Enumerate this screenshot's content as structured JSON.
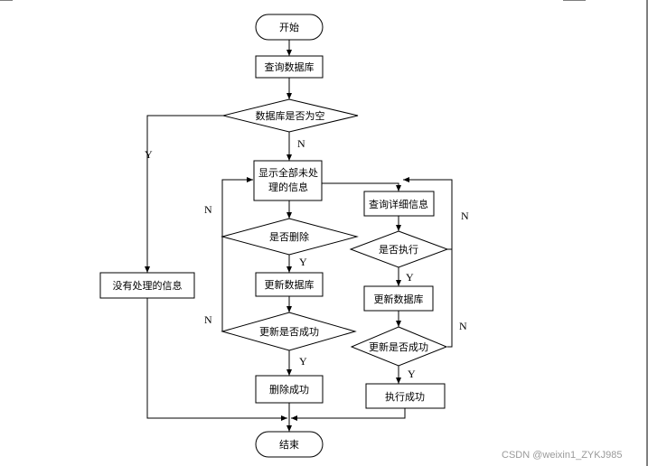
{
  "nodes": {
    "start": "开始",
    "query_db": "查询数据库",
    "db_empty": "数据库是否为空",
    "no_info": "没有处理的信息",
    "show_line1": "显示全部未处",
    "show_line2": "理的信息",
    "is_delete": "是否删除",
    "update_db_left": "更新数据库",
    "update_ok_left": "更新是否成功",
    "delete_ok": "删除成功",
    "query_detail": "查询详细信息",
    "is_execute": "是否执行",
    "update_db_right": "更新数据库",
    "update_ok_right": "更新是否成功",
    "execute_ok": "执行成功",
    "end": "结束"
  },
  "branch_labels": {
    "yes": "Y",
    "no": "N"
  },
  "watermark": "CSDN @weixin1_ZYKJ985"
}
